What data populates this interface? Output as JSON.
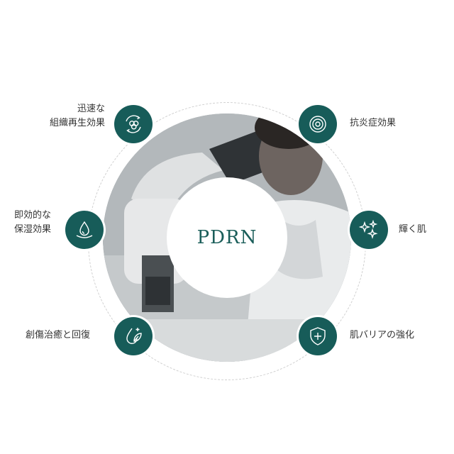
{
  "center": {
    "title": "PDRN"
  },
  "benefits": {
    "tissue_regeneration": {
      "line1": "迅速な",
      "line2": "組織再生効果",
      "icon": "cells-cycle-icon"
    },
    "anti_inflammatory": {
      "label": "抗炎症効果",
      "icon": "concentric-circles-icon"
    },
    "moisturizing": {
      "line1": "即効的な",
      "line2": "保湿効果",
      "icon": "water-drop-icon"
    },
    "radiance": {
      "label": "輝く肌",
      "icon": "sparkles-icon"
    },
    "wound_healing": {
      "label": "創傷治癒と回復",
      "icon": "leaf-drop-icon"
    },
    "barrier": {
      "label": "肌バリアの強化",
      "icon": "shield-plus-icon"
    }
  },
  "colors": {
    "accent": "#175c59",
    "title": "#1b5e5a",
    "ring": "#cfcfcf"
  }
}
